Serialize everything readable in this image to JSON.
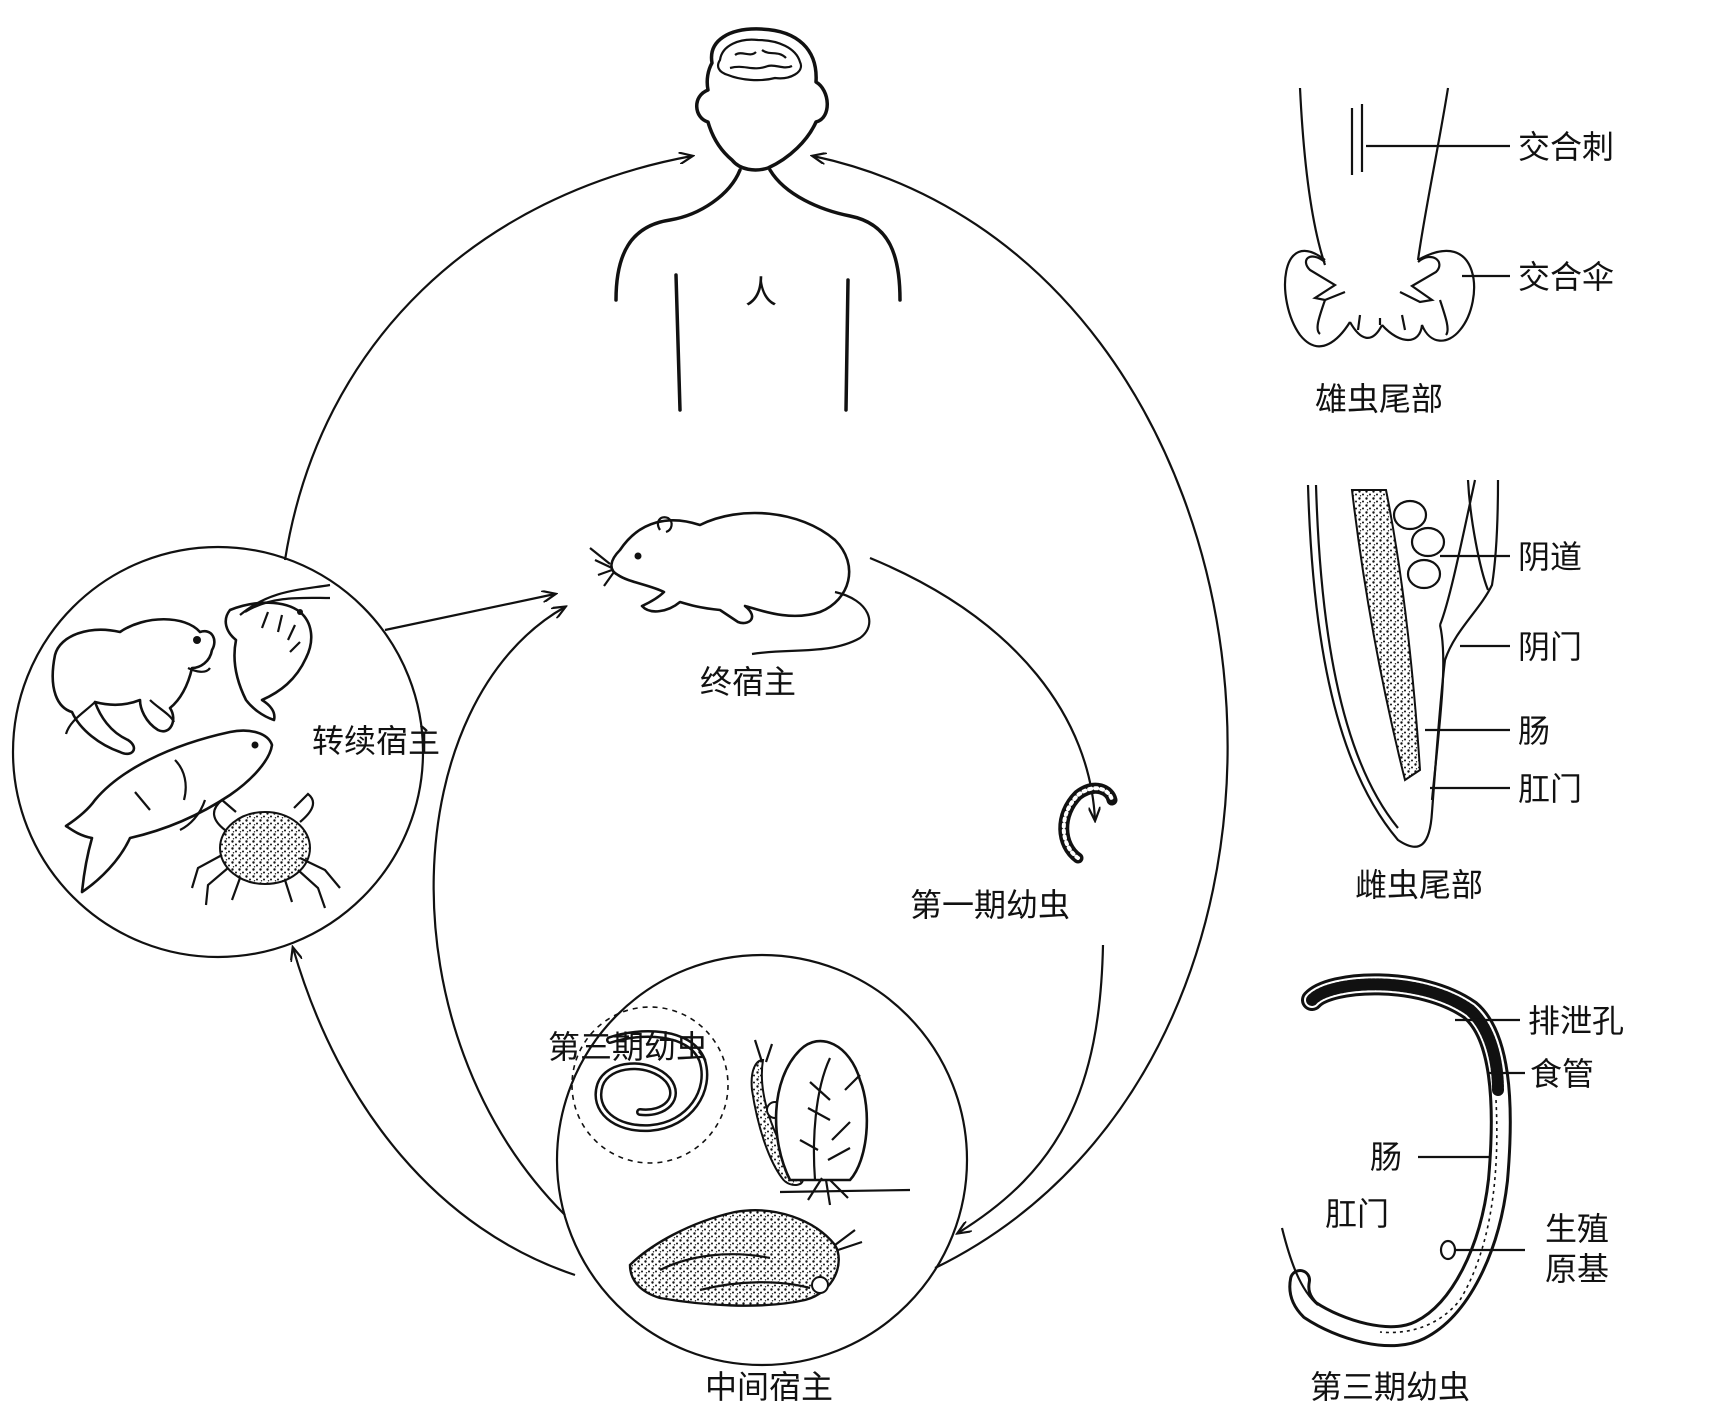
{
  "center": {
    "human_label": "人",
    "definitive_host_label": "终宿主",
    "paratenic_host_label": "转续宿主",
    "first_stage_larva_label": "第一期幼虫",
    "third_stage_larva_in_host_label": "第三期幼虫",
    "intermediate_host_label": "中间宿主"
  },
  "male_tail": {
    "spicule_label": "交合刺",
    "bursa_label": "交合伞",
    "caption": "雄虫尾部"
  },
  "female_tail": {
    "vagina_label": "阴道",
    "vulva_label": "阴门",
    "intestine_label": "肠",
    "anus_label": "肛门",
    "caption": "雌虫尾部"
  },
  "larva": {
    "excretory_pore_label": "排泄孔",
    "esophagus_label": "食管",
    "intestine_label": "肠",
    "anus_label": "肛门",
    "genital_primordium_label_line1": "生殖",
    "genital_primordium_label_line2": "原基",
    "caption": "第三期幼虫"
  }
}
